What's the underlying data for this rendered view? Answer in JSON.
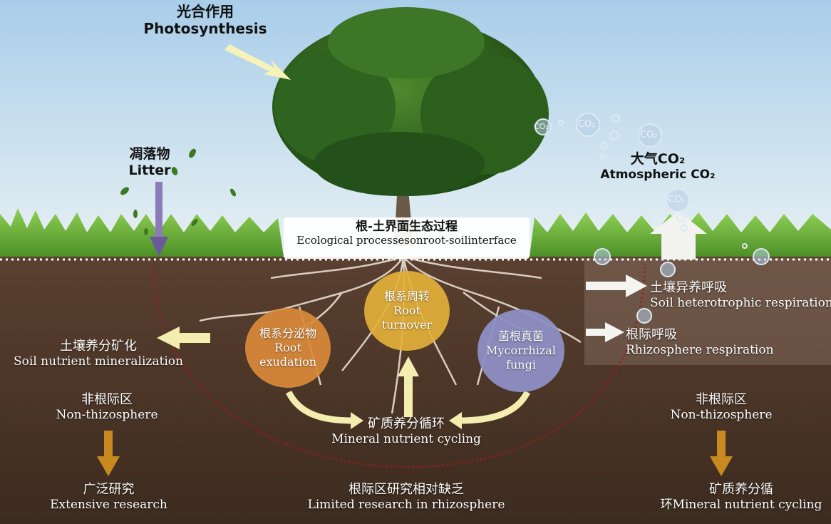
{
  "photosynthesis": {
    "cn": "光合作用",
    "en": "Photosynthesis"
  },
  "litter": {
    "cn": "凋落物",
    "en": "Litter"
  },
  "atmospheric": {
    "cn": "大气CO₂",
    "en": "Atmospheric CO₂"
  },
  "interface": {
    "cn": "根-土界面生态过程",
    "en": "Ecological processesonroot-soilinterface"
  },
  "root_exudation": {
    "cn": "根系分泌物",
    "en1": "Root",
    "en2": "exudation"
  },
  "root_turnover": {
    "cn": "根系周转",
    "en1": "Root",
    "en2": "turnover"
  },
  "mycorrhizal": {
    "cn": "菌根真菌",
    "en1": "Mycorrhizal",
    "en2": "fungi"
  },
  "mineral_cycling": {
    "cn": "矿质养分循环",
    "en": "Mineral nutrient cycling"
  },
  "soil_mineralization": {
    "cn": "土壤养分矿化",
    "en": "Soil nutrient mineralization"
  },
  "heterotrophic": {
    "cn": "土壤异养呼吸",
    "en": "Soil heterotrophic respiration"
  },
  "rhizosphere_resp": {
    "cn": "根际呼吸",
    "en": "Rhizosphere respiration"
  },
  "non_rhizo_left": {
    "cn": "非根际区",
    "en": "Non-thizosphere"
  },
  "non_rhizo_right": {
    "cn": "非根际区",
    "en": "Non-thizosphere"
  },
  "extensive": {
    "cn": "广泛研究",
    "en": "Extensive research"
  },
  "limited": {
    "cn": "根际区研究相对缺乏",
    "en": "Limited research in rhizosphere"
  },
  "right_bottom": {
    "cn": "矿质养分循",
    "en": "环Mineral nutrient cycling"
  },
  "co2_bubble": "CO₂",
  "colors": {
    "sky_top": "#a9cdea",
    "sky_bottom": "#e6f0f4",
    "soil": "#4a3526",
    "exudation_circle": "#d98a3a",
    "turnover_circle": "#e3b03a",
    "mycorrhizal_circle": "#8d8fc4",
    "rhizosphere_boundary": "#9b1c1c",
    "arrow_yellow": "#f4edb0",
    "arrow_brown": "#c8891f",
    "litter_arrow": "#7a6aa8"
  }
}
